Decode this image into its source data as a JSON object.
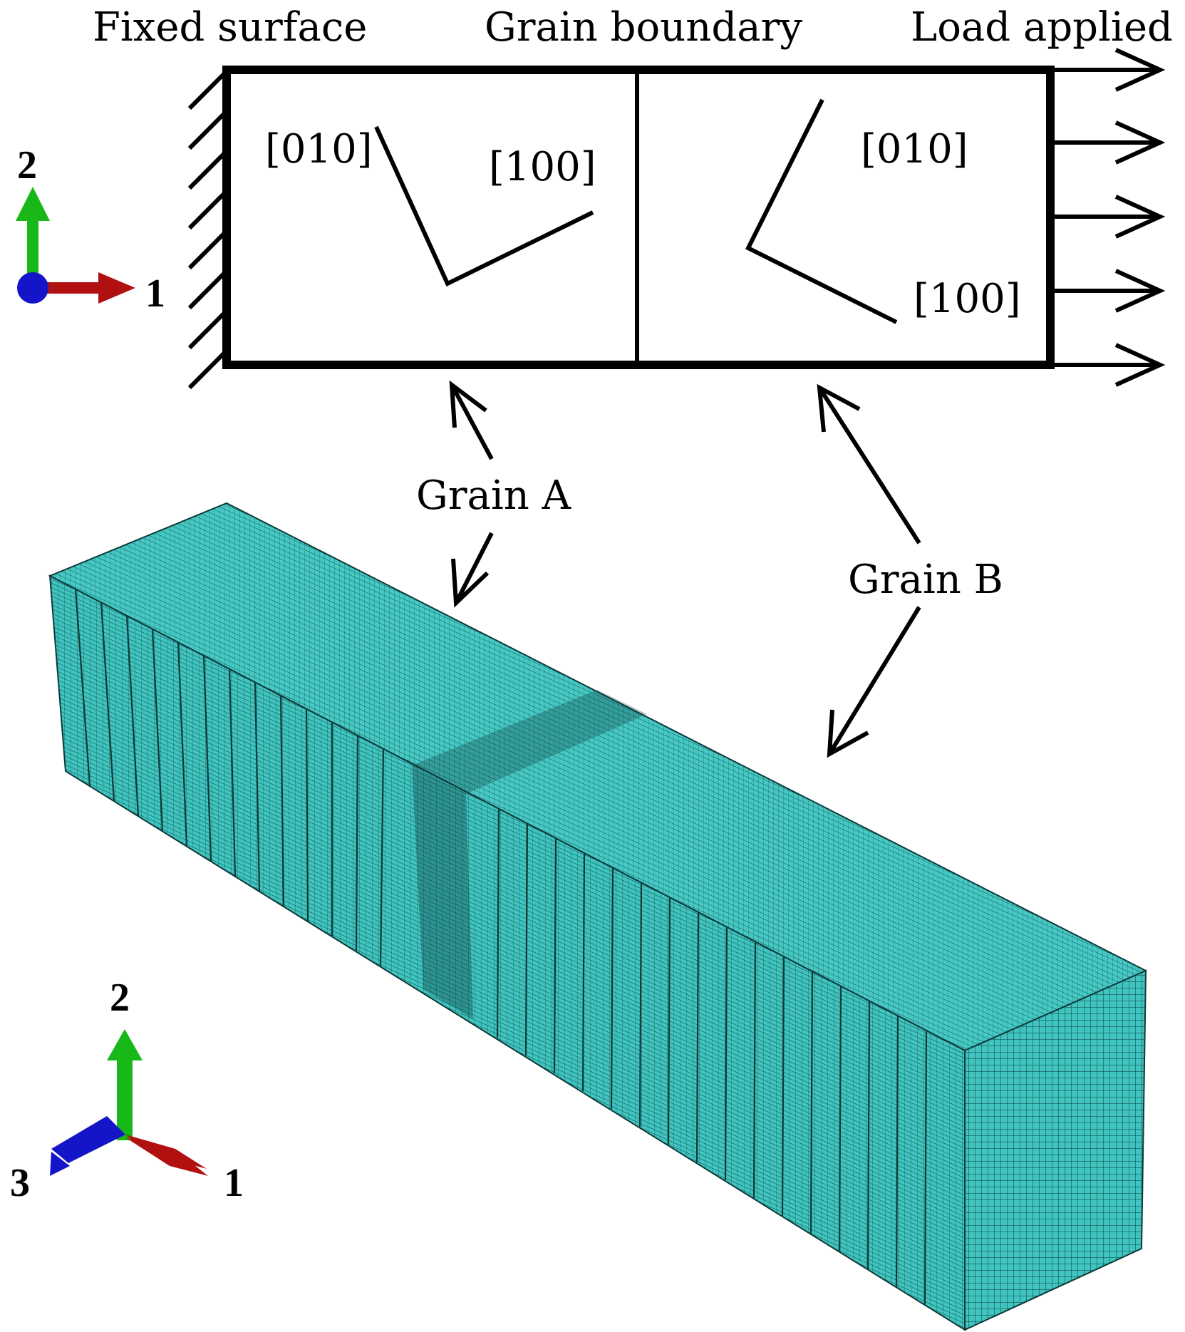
{
  "labels": {
    "fixed_surface": "Fixed surface",
    "grain_boundary": "Grain boundary",
    "load_applied": "Load applied",
    "grain_a": "Grain A",
    "grain_b": "Grain B"
  },
  "grain_a_directions": {
    "dir_010": "[010]",
    "dir_100": "[100]"
  },
  "grain_b_directions": {
    "dir_010": "[010]",
    "dir_100": "[100]"
  },
  "triad_2d": {
    "axis_2": "2",
    "axis_1": "1"
  },
  "triad_3d": {
    "axis_2": "2",
    "axis_3": "3",
    "axis_1": "1"
  },
  "colors": {
    "mesh": "#3fc4c0",
    "mesh_lines": "#0c3a39",
    "axis_1": "#b01010",
    "axis_2": "#18b818",
    "axis_3": "#1414c8"
  }
}
